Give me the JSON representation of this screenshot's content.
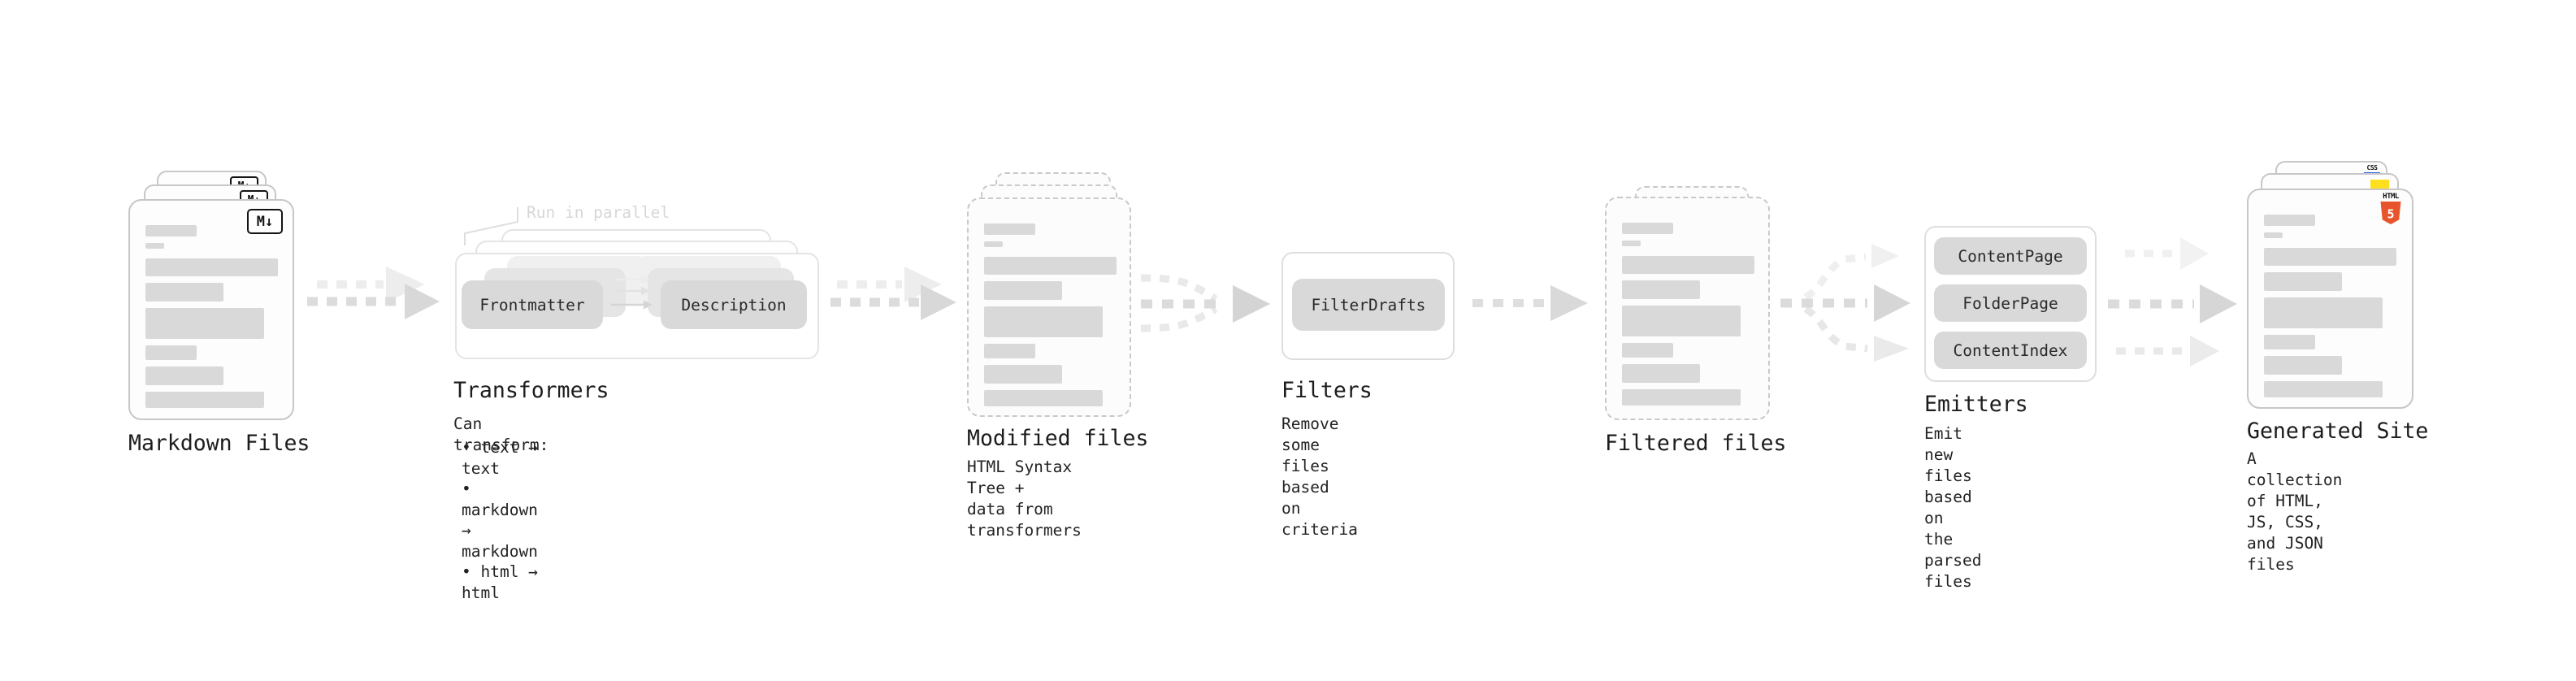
{
  "sections": {
    "markdown": {
      "title": "Markdown Files",
      "icon_label": "M↓"
    },
    "transformers": {
      "title": "Transformers",
      "annotation": "Run in parallel",
      "note": "Can transform:",
      "bullets": [
        "• text → text",
        "• markdown → markdown",
        "• html → html"
      ],
      "boxes": {
        "frontmatter": "Frontmatter",
        "description": "Description"
      }
    },
    "modified": {
      "title": "Modified files",
      "subtitle": "HTML Syntax Tree +\ndata from transformers"
    },
    "filters": {
      "title": "Filters",
      "subtitle": "Remove some files based\non criteria",
      "box": "FilterDrafts"
    },
    "filtered": {
      "title": "Filtered files"
    },
    "emitters": {
      "title": "Emitters",
      "subtitle": "Emit new files based on\nthe parsed files",
      "boxes": [
        "ContentPage",
        "FolderPage",
        "ContentIndex"
      ]
    },
    "generated": {
      "title": "Generated Site",
      "subtitle": "A collection of HTML,\nJS, CSS, and JSON files",
      "icons": {
        "css_label": "CSS",
        "html_label": "HTML",
        "html_badge": "5"
      }
    }
  },
  "colors": {
    "placeholder_bar": "#d9d9d9",
    "gray_box": "#d9d9d9",
    "css_blue": "#2563eb",
    "js_yellow": "#ffdf1e",
    "html_orange": "#e8552d",
    "annotation_gray": "#d7d7d7"
  },
  "decor": {
    "file_bars": [
      {
        "g": 30,
        "h": 14,
        "w": 63
      },
      {
        "g": 8,
        "h": 7,
        "w": 23
      },
      {
        "g": 12,
        "h": 22,
        "w": 163
      },
      {
        "g": 8,
        "h": 23,
        "w": 96
      },
      {
        "g": 8,
        "h": 38,
        "w": 146
      },
      {
        "g": 8,
        "h": 18,
        "w": 63
      },
      {
        "g": 8,
        "h": 23,
        "w": 96
      },
      {
        "g": 8,
        "h": 20,
        "w": 146
      }
    ]
  }
}
